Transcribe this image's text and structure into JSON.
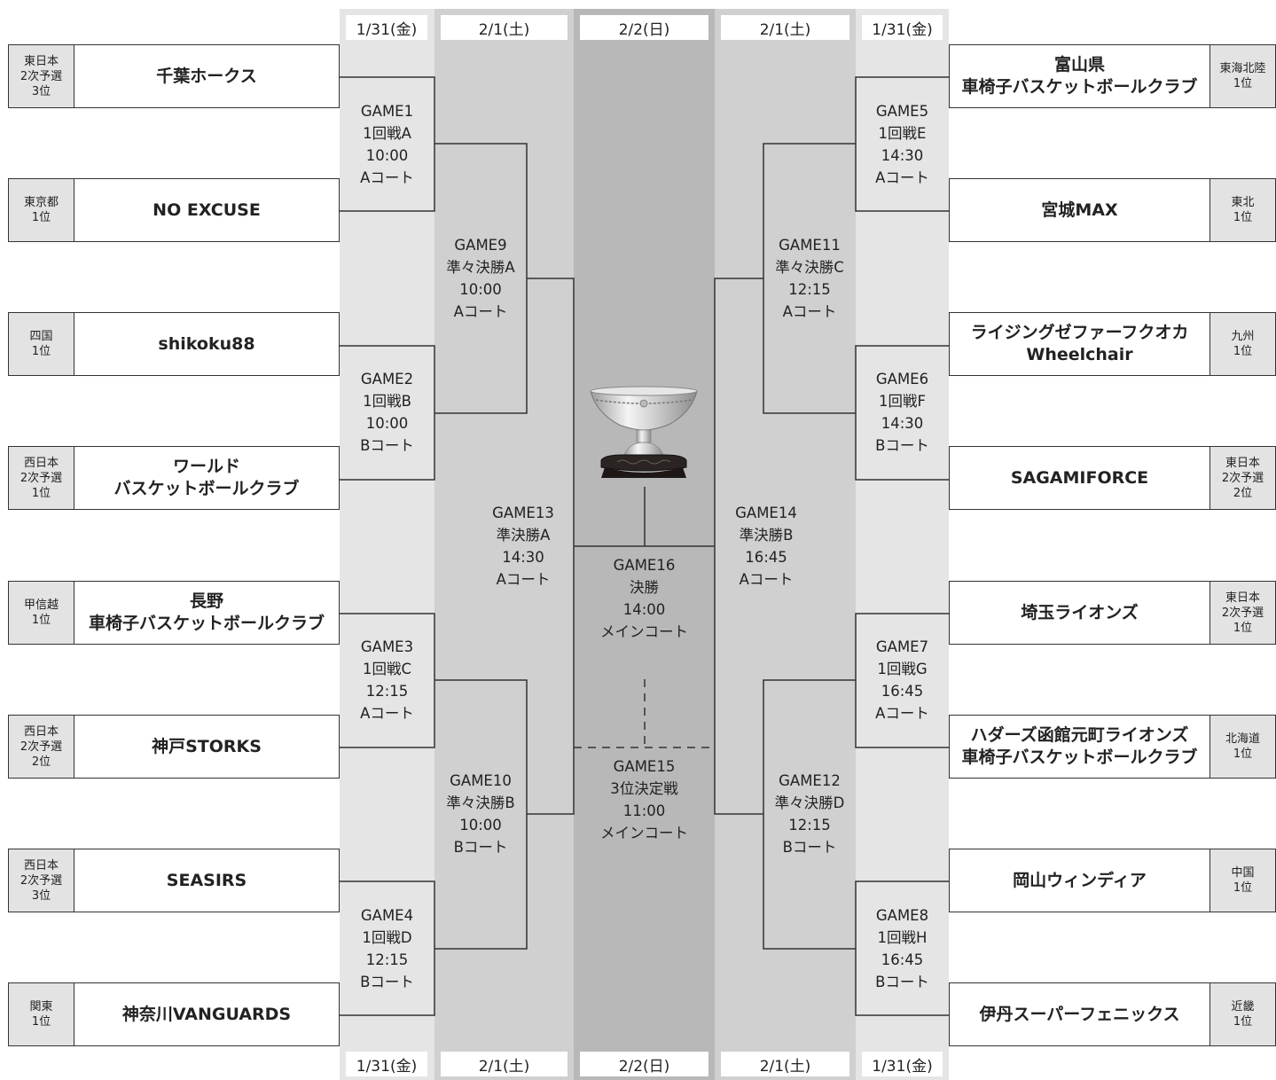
{
  "dates": {
    "col1": "1/31(金)",
    "col2": "2/1(土)",
    "col3": "2/2(日)",
    "col4": "2/1(土)",
    "col5": "1/31(金)"
  },
  "left_teams": [
    {
      "region": "東日本\n2次予選\n3位",
      "name": "千葉ホークス"
    },
    {
      "region": "東京都\n1位",
      "name": "NO EXCUSE"
    },
    {
      "region": "四国\n1位",
      "name": "shikoku88"
    },
    {
      "region": "西日本\n2次予選\n1位",
      "name": "ワールド\nバスケットボールクラブ"
    },
    {
      "region": "甲信越\n1位",
      "name": "長野\n車椅子バスケットボールクラブ"
    },
    {
      "region": "西日本\n2次予選\n2位",
      "name": "神戸STORKS"
    },
    {
      "region": "西日本\n2次予選\n3位",
      "name": "SEASIRS"
    },
    {
      "region": "関東\n1位",
      "name": "神奈川VANGUARDS"
    }
  ],
  "right_teams": [
    {
      "region": "東海北陸\n1位",
      "name": "富山県\n車椅子バスケットボールクラブ"
    },
    {
      "region": "東北\n1位",
      "name": "宮城MAX"
    },
    {
      "region": "九州\n1位",
      "name": "ライジングゼファーフクオカ\nWheelchair"
    },
    {
      "region": "東日本\n2次予選\n2位",
      "name": "SAGAMIFORCE"
    },
    {
      "region": "東日本\n2次予選\n1位",
      "name": "埼玉ライオンズ"
    },
    {
      "region": "北海道\n1位",
      "name": "ハダーズ函館元町ライオンズ\n車椅子バスケットボールクラブ"
    },
    {
      "region": "中国\n1位",
      "name": "岡山ウィンディア"
    },
    {
      "region": "近畿\n1位",
      "name": "伊丹スーパーフェニックス"
    }
  ],
  "games": {
    "g1": "GAME1\n1回戦A\n10:00\nAコート",
    "g2": "GAME2\n1回戦B\n10:00\nBコート",
    "g3": "GAME3\n1回戦C\n12:15\nAコート",
    "g4": "GAME4\n1回戦D\n12:15\nBコート",
    "g5": "GAME5\n1回戦E\n14:30\nAコート",
    "g6": "GAME6\n1回戦F\n14:30\nBコート",
    "g7": "GAME7\n1回戦G\n16:45\nAコート",
    "g8": "GAME8\n1回戦H\n16:45\nBコート",
    "g9": "GAME9\n準々決勝A\n10:00\nAコート",
    "g10": "GAME10\n準々決勝B\n10:00\nBコート",
    "g11": "GAME11\n準々決勝C\n12:15\nAコート",
    "g12": "GAME12\n準々決勝D\n12:15\nBコート",
    "g13": "GAME13\n準決勝A\n14:30\nAコート",
    "g14": "GAME14\n準決勝B\n16:45\nAコート",
    "g16": "GAME16\n決勝\n14:00\nメインコート",
    "g15": "GAME15\n3位決定戦\n11:00\nメインコート"
  },
  "colors": {
    "band_outer": "#e5e5e6",
    "band_mid": "#d0d0d1",
    "band_center": "#b8b8b9",
    "region_bg": "#e3e3e3",
    "line": "#333333"
  },
  "icons": {
    "trophy": "trophy-cup-icon"
  }
}
